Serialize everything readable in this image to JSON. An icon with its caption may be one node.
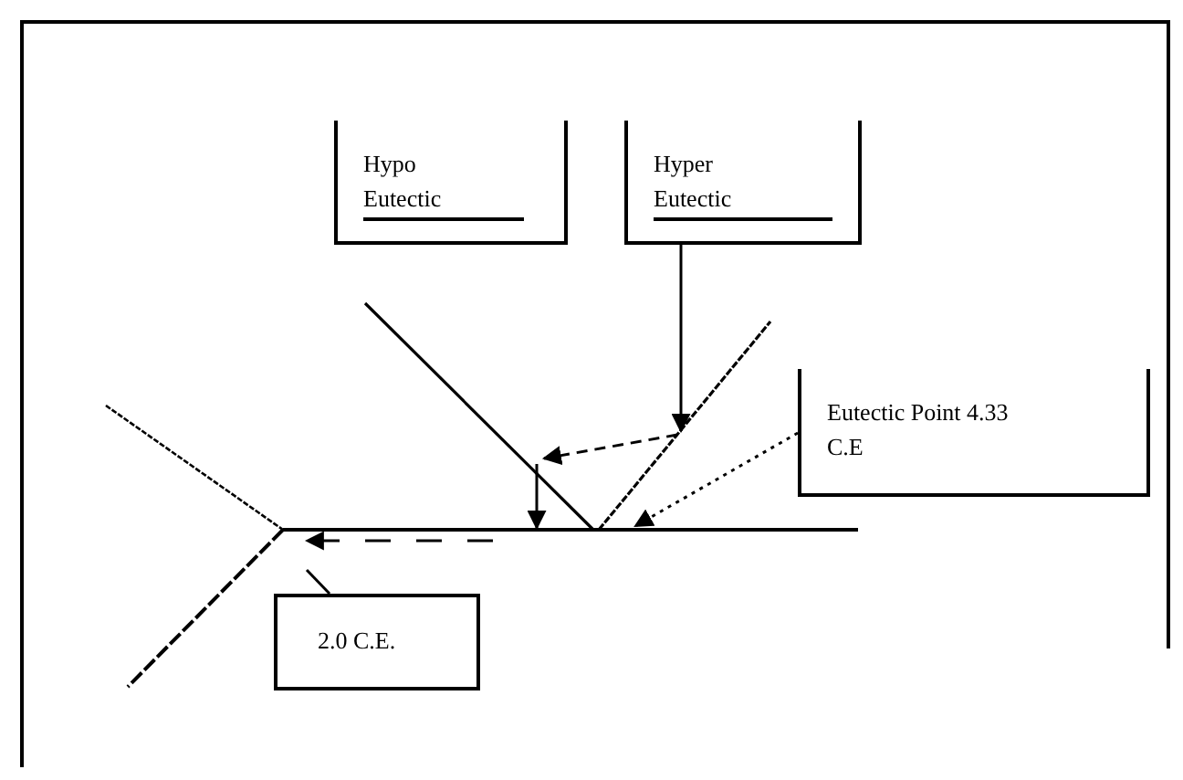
{
  "diagram": {
    "nodes": [
      {
        "text": [
          "Hypo Eutectic"
        ]
      },
      {
        "text": [
          "Hyper Eutectic"
        ]
      },
      {
        "text": [
          "Eutectic Point 4.33 C.E"
        ]
      },
      {
        "text": [
          "2.0 C.E."
        ]
      }
    ],
    "edges": [
      {
        "from": 1,
        "to": null,
        "arrow": "to"
      },
      {
        "from": 2,
        "to": null,
        "arrow": "to",
        "style": "dashed"
      },
      {
        "from": 3,
        "to": null,
        "arrow": "none"
      }
    ]
  }
}
